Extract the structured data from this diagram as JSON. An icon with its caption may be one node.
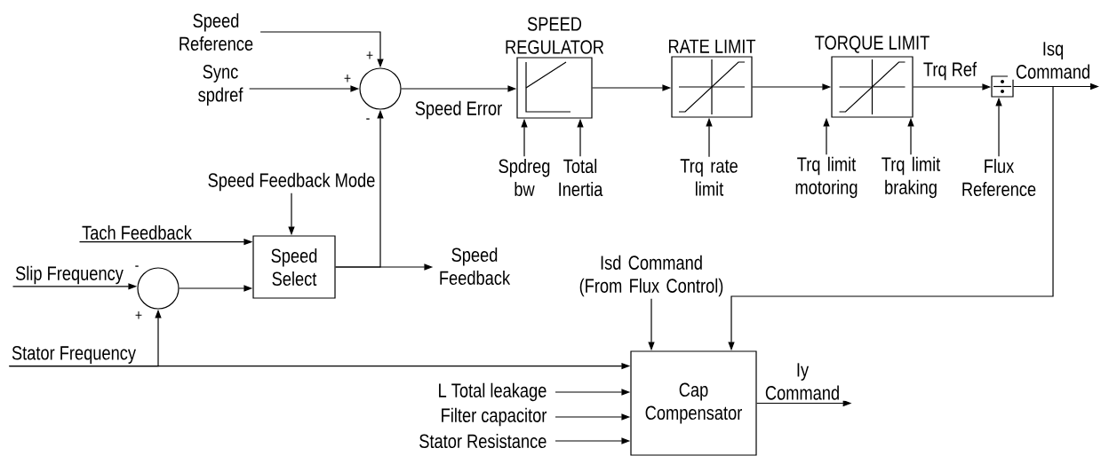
{
  "diagram": {
    "nodes": [
      {
        "text": [
          "Speed Reference"
        ]
      },
      {
        "text": [
          "Sync spdref"
        ]
      },
      {
        "text": [],
        "shape": "circle"
      },
      {
        "text": [
          "SPEED REGULATOR"
        ]
      },
      {
        "text": [
          "RATE LIMIT"
        ]
      },
      {
        "text": [
          "TORQUE LIMIT"
        ]
      },
      {
        "text": [],
        "shape": "box"
      },
      {
        "text": [
          "Spdreg bw"
        ]
      },
      {
        "text": [
          "Total Inertia"
        ]
      },
      {
        "text": [
          "Trq rate limit"
        ]
      },
      {
        "text": [
          "Trq limit motoring"
        ]
      },
      {
        "text": [
          "Trq limit braking"
        ]
      },
      {
        "text": [
          "Flux Reference"
        ]
      },
      {
        "text": [
          "Speed Feedback Mode"
        ]
      },
      {
        "text": [
          "Tach Feedback"
        ]
      },
      {
        "text": [
          "Slip Frequency"
        ]
      },
      {
        "text": [],
        "shape": "circle"
      },
      {
        "text": [
          "Stator Frequency"
        ]
      },
      {
        "text": [
          "Speed Select"
        ]
      },
      {
        "text": [
          "Speed Feedback"
        ]
      },
      {
        "text": [
          "Isd Command (From Flux Control)"
        ]
      },
      {
        "text": [
          "Cap Compensator"
        ]
      },
      {
        "text": [
          "L Total leakage"
        ]
      },
      {
        "text": [
          "Filter capacitor"
        ]
      },
      {
        "text": [
          "Stator Resistance"
        ]
      }
    ],
    "edges": [
      {
        "from": 0,
        "to": 2,
        "arrow": "to"
      },
      {
        "from": 1,
        "to": 2,
        "arrow": "to"
      },
      {
        "from": 2,
        "to": 3,
        "arrow": "to",
        "label": "Speed Error"
      },
      {
        "from": 3,
        "to": 4,
        "arrow": "to"
      },
      {
        "from": 4,
        "to": 5,
        "arrow": "to"
      },
      {
        "from": 5,
        "to": 6,
        "arrow": "to",
        "label": "Trq Ref"
      },
      {
        "from": 6,
        "to": null,
        "arrow": "to",
        "label": "Isq Command"
      },
      {
        "from": 7,
        "to": 3,
        "arrow": "to"
      },
      {
        "from": 8,
        "to": 3,
        "arrow": "to"
      },
      {
        "from": 9,
        "to": 4,
        "arrow": "to"
      },
      {
        "from": 10,
        "to": 5,
        "arrow": "to"
      },
      {
        "from": 11,
        "to": 5,
        "arrow": "to"
      },
      {
        "from": 12,
        "to": 6,
        "arrow": "to"
      },
      {
        "from": 13,
        "to": 18,
        "arrow": "to"
      },
      {
        "from": 14,
        "to": 18,
        "arrow": "to"
      },
      {
        "from": 15,
        "to": 16,
        "arrow": "to"
      },
      {
        "from": 16,
        "to": 18,
        "arrow": "to"
      },
      {
        "from": 17,
        "to": 16,
        "arrow": "to"
      },
      {
        "from": 17,
        "to": 21,
        "arrow": "to"
      },
      {
        "from": 18,
        "to": 2,
        "arrow": "to"
      },
      {
        "from": 18,
        "to": 19,
        "arrow": "to"
      },
      {
        "from": 20,
        "to": 21,
        "arrow": "to"
      },
      {
        "from": 6,
        "to": 21,
        "arrow": "to"
      },
      {
        "from": 22,
        "to": 21,
        "arrow": "to"
      },
      {
        "from": 23,
        "to": 21,
        "arrow": "to"
      },
      {
        "from": 24,
        "to": 21,
        "arrow": "to"
      },
      {
        "from": 21,
        "to": null,
        "arrow": "to",
        "label": "Iy Command"
      }
    ],
    "labels": [
      "+",
      "+",
      "-",
      "-",
      "+"
    ]
  }
}
